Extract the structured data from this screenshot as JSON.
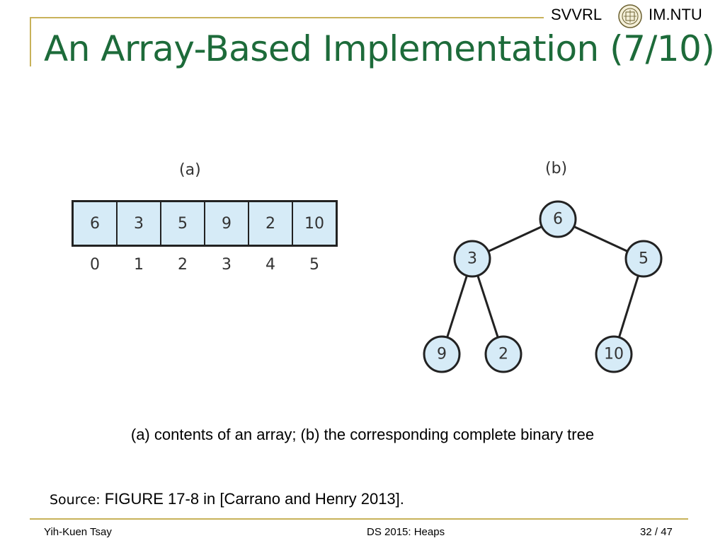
{
  "header": {
    "brand_left": "SVVRL",
    "brand_right": "IM.NTU",
    "title": "An Array-Based Implementation (7/10)"
  },
  "figure": {
    "label_a": "(a)",
    "label_b": "(b)",
    "array_values": [
      "6",
      "3",
      "5",
      "9",
      "2",
      "10"
    ],
    "array_indices": [
      "0",
      "1",
      "2",
      "3",
      "4",
      "5"
    ],
    "tree_nodes": [
      "6",
      "3",
      "5",
      "9",
      "2",
      "10"
    ],
    "node_fill": "#d6ebf7",
    "caption": "(a) contents of an array; (b) the corresponding complete binary tree"
  },
  "source": {
    "prefix": "Source:",
    "text": "FIGURE 17-8 in [Carrano and Henry 2013]."
  },
  "footer": {
    "author": "Yih-Kuen Tsay",
    "course": "DS 2015: Heaps",
    "page": "32",
    "total": "47"
  },
  "colors": {
    "title": "#1d6b3a",
    "rule": "#c8b25a"
  }
}
